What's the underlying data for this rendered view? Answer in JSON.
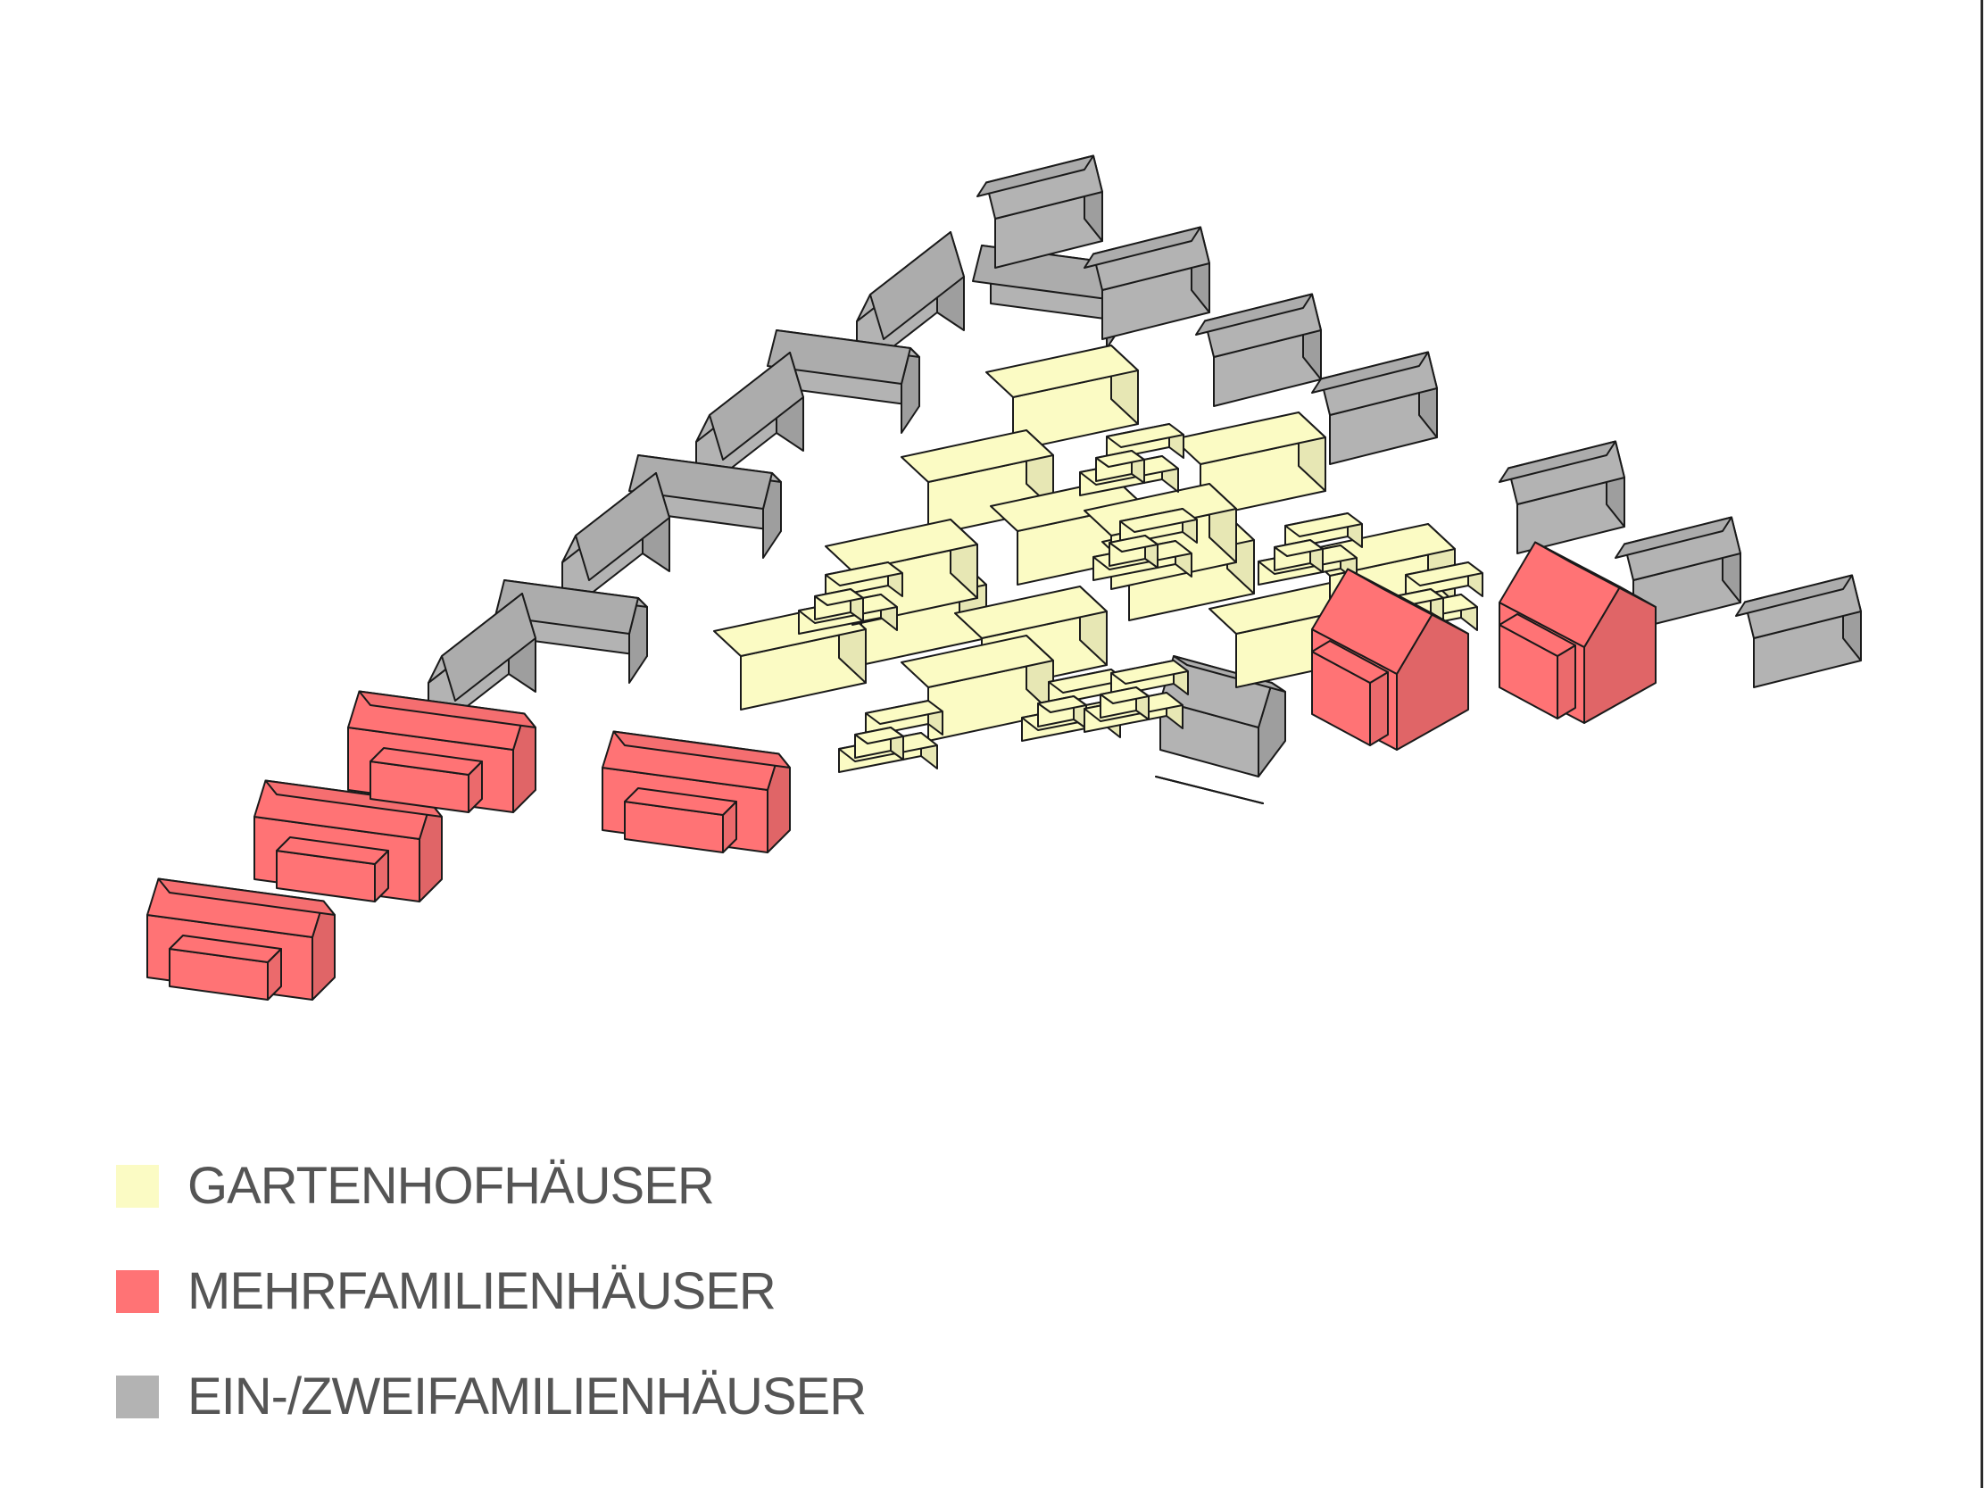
{
  "colors": {
    "garden": "#fbfbc4",
    "multi": "#ff7375",
    "single": "#b3b3b3"
  },
  "legend": {
    "items": [
      {
        "label": "GARTENHOFHÄUSER",
        "color": "#fbfbc4"
      },
      {
        "label": "MEHRFAMILIENHÄUSER",
        "color": "#ff7375"
      },
      {
        "label": "EIN-/ZWEIFAMILIENHÄUSER",
        "color": "#b3b3b3"
      }
    ]
  }
}
